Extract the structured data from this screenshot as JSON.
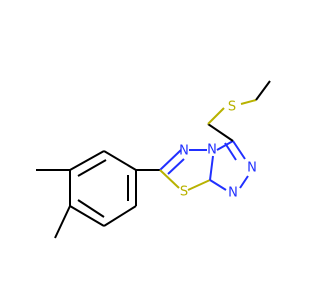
{
  "atom_labels": {
    "s_ring": "S",
    "s_chain": "S",
    "n_left": "N",
    "n_bridge": "N",
    "n_low_left": "N",
    "n_low_right": "N"
  },
  "colors": {
    "background": "#ffffff",
    "carbon_bond": "#000000",
    "sulfur": "#b8b200",
    "nitrogen": "#2130ff"
  }
}
